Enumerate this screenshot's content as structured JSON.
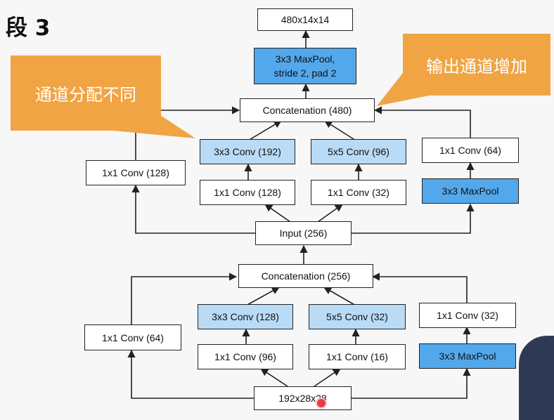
{
  "title": "段 3",
  "callouts": {
    "left": "通道分配不同",
    "right": "输出通道增加"
  },
  "block_top": {
    "output": "480x14x14",
    "pool": "3x3 MaxPool,\nstride 2, pad 2",
    "concat": "Concatenation (480)",
    "input": "Input (256)",
    "branch1": "1x1 Conv (128)",
    "branch2_reduce": "1x1 Conv (128)",
    "branch2_conv": "3x3 Conv (192)",
    "branch3_reduce": "1x1 Conv (32)",
    "branch3_conv": "5x5 Conv (96)",
    "branch4_pool": "3x3 MaxPool",
    "branch4_conv": "1x1 Conv (64)"
  },
  "block_bottom": {
    "concat": "Concatenation (256)",
    "input": "192x28x28",
    "branch1": "1x1 Conv (64)",
    "branch2_reduce": "1x1 Conv (96)",
    "branch2_conv": "3x3 Conv (128)",
    "branch3_reduce": "1x1 Conv (16)",
    "branch3_conv": "5x5 Conv (32)",
    "branch4_pool": "3x3 MaxPool",
    "branch4_conv": "1x1 Conv (32)"
  },
  "colors": {
    "conv_highlight": "#b9dbf6",
    "pool_highlight": "#53a8ec",
    "callout": "#f0a443"
  }
}
